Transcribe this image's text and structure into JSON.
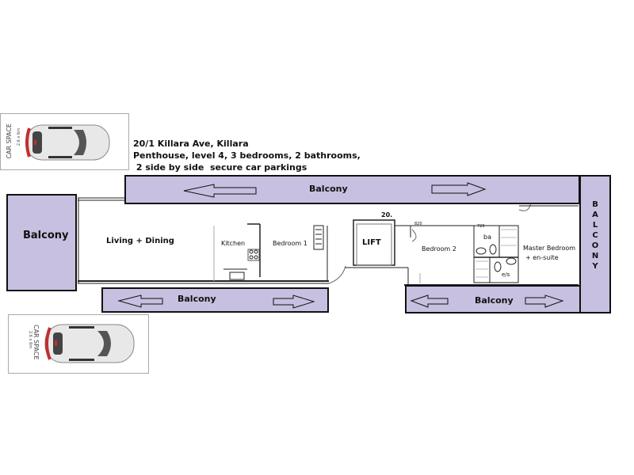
{
  "header": {
    "address": "20/1 Killara Ave, Killara",
    "details": "Penthouse, level 4, 3 bedrooms, 2 bathrooms,",
    "parking": " 2 side by side  secure car parkings"
  },
  "car_spaces": [
    {
      "label": "CAR SPACE",
      "size": "2.6 x 6m"
    },
    {
      "label": "CAR SPACE",
      "size": "2.6 x 6m"
    }
  ],
  "balconies": {
    "west": "Balcony",
    "north": "Balcony",
    "south_left": "Balcony",
    "south_right": "Balcony",
    "east": [
      "B",
      "A",
      "L",
      "C",
      "O",
      "N",
      "Y"
    ]
  },
  "rooms": {
    "living": "Living + Dining",
    "kitchen": "Kitchen",
    "bedroom1": "Bedroom 1",
    "lift": "LIFT",
    "unit_number": "20.",
    "bedroom2": "Bedroom 2",
    "master": "Master Bedroom",
    "master_sub": "+ en-suite",
    "bathroom": "ba",
    "ensuite": "e/s",
    "door_width_1": "820",
    "door_width_2": "720"
  },
  "colors": {
    "balcony_fill": "#c8c0e0",
    "outline": "#111111"
  }
}
